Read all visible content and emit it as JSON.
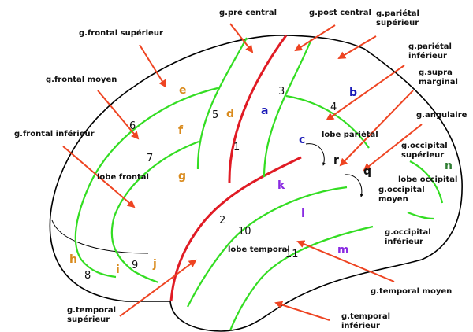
{
  "colors": {
    "sulcus_major": "#e01b24",
    "sulcus_minor": "#33dd22",
    "arrow": "#ee4422",
    "outline": "#000000"
  },
  "gyri": {
    "pre_central": "g.pré central",
    "post_central": "g.post central",
    "parietal_sup": [
      "g.pariétal",
      "supérieur"
    ],
    "parietal_inf": [
      "g.pariétal",
      "inférieur"
    ],
    "supra_marginal": [
      "g.supra",
      "marginal"
    ],
    "angulaire": "g.angulaire",
    "frontal_sup": "g.frontal supérieur",
    "frontal_moyen": "g.frontal moyen",
    "frontal_inf": "g.frontal inférieur",
    "occipital_sup": [
      "g.occipital",
      "supérieur"
    ],
    "occipital_moyen": [
      "g.occipital",
      "moyen"
    ],
    "occipital_inf": [
      "g.occipital",
      "inférieur"
    ],
    "temporal_sup": [
      "g.temporal",
      "supérieur"
    ],
    "temporal_moyen": "g.temporal moyen",
    "temporal_inf": [
      "g.temporal",
      "inférieur"
    ]
  },
  "lobes": {
    "parietal": "lobe pariétal",
    "frontal": "lobe frontal",
    "temporal": "lobe temporal",
    "occipital": "lobe occipital"
  },
  "numbers": [
    "1",
    "2",
    "3",
    "4",
    "5",
    "6",
    "7",
    "8",
    "9",
    "10",
    "11"
  ],
  "letters": {
    "a": "a",
    "b": "b",
    "c": "c",
    "d": "d",
    "e": "e",
    "f": "f",
    "g": "g",
    "h": "h",
    "i": "i",
    "j": "j",
    "k": "k",
    "l": "l",
    "m": "m",
    "n": "n",
    "q": "q",
    "r": "r"
  }
}
